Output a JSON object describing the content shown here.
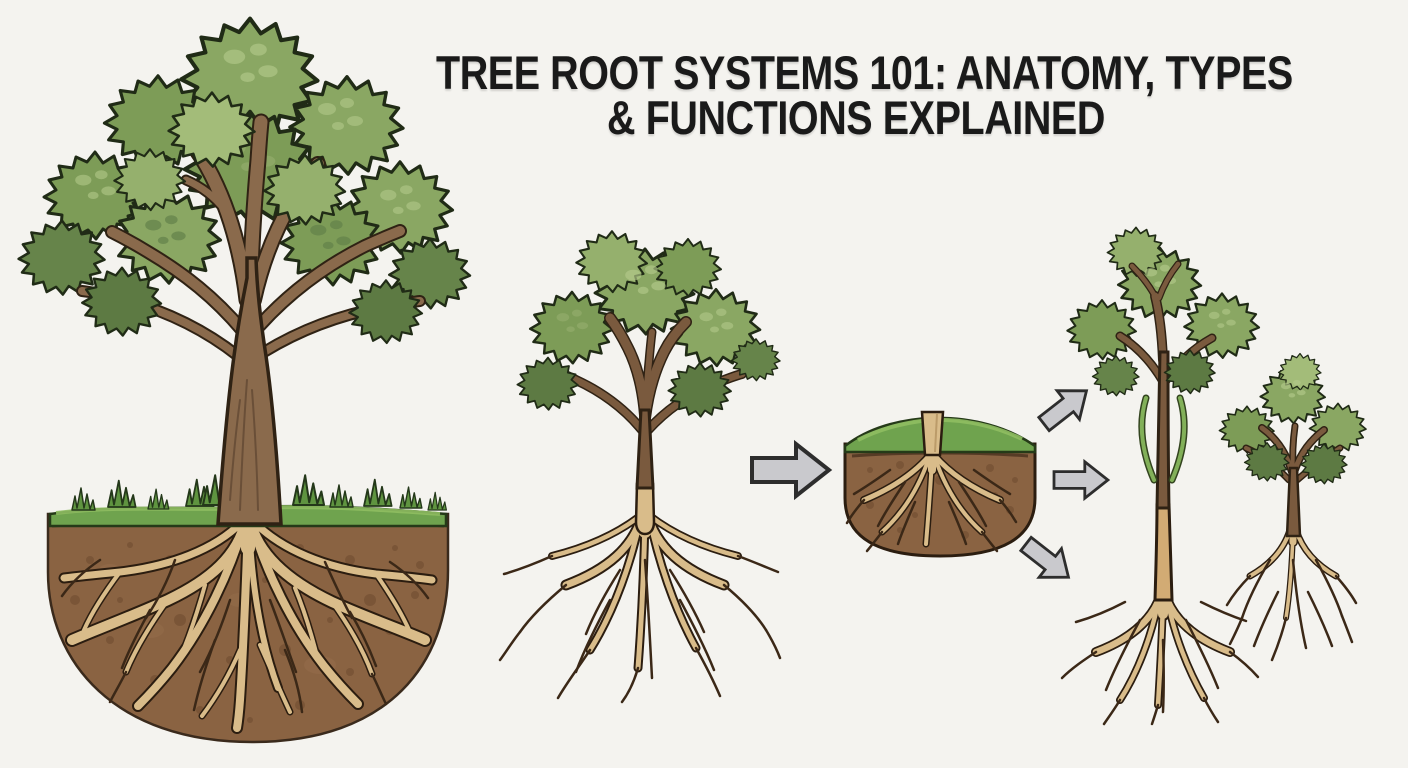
{
  "title": {
    "line1": "TREE ROOT SYSTEMS 101: ANATOMY, TYPES",
    "line2": "& FUNCTIONS EXPLAINED"
  },
  "illustration": {
    "panels": [
      {
        "name": "mature-tree-soil-cross-section",
        "depicts": "large tree with root system shown inside a soil mound cross-section with grass"
      },
      {
        "name": "bare-root-tree",
        "depicts": "medium tree with fully exposed bare root system"
      },
      {
        "name": "soil-root-block",
        "depicts": "soil block with cut stem stub, grass top and branching roots"
      },
      {
        "name": "tall-bare-root-tree-with-basal-shoots",
        "depicts": "tall young tree with green basal shoots and exposed roots"
      },
      {
        "name": "small-bare-root-tree",
        "depicts": "small tree with exposed fibrous roots"
      }
    ],
    "arrows": [
      "right-arrow",
      "up-right-arrow",
      "right-arrow",
      "down-right-arrow"
    ]
  },
  "colors": {
    "background": "#f4f3ef",
    "title_text": "#1a1a1a",
    "foliage_mid": "#8aa763",
    "foliage_light": "#a3bc79",
    "foliage_dark": "#5d7a43",
    "foliage_outline": "#202b16",
    "trunk_brown": "#8a6a4c",
    "branch_brown": "#7a5a3e",
    "root_tan": "#d9bc8a",
    "root_dark": "#3b2817",
    "soil_brown": "#8a6342",
    "soil_outline": "#2b1d10",
    "grass_green": "#6fa34e",
    "grass_light": "#8fbe62",
    "arrow_fill": "#c9c9cd",
    "arrow_outline": "#2d2d2d"
  }
}
